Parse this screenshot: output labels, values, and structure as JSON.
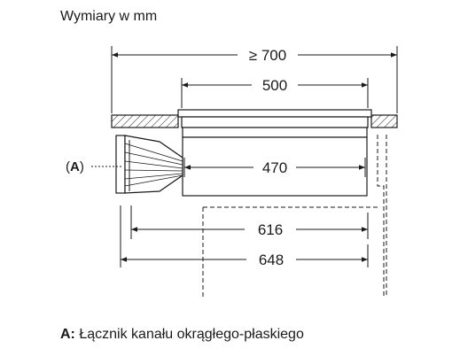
{
  "title": "Wymiary w mm",
  "dimensions": {
    "overall_min": "≥ 700",
    "cooktop_width": "500",
    "unit_width": "470",
    "cutout_inner": "616",
    "cutout_outer": "648"
  },
  "callout_label": "A",
  "legend": {
    "key": "A:",
    "text": "Łącznik kanału okrągłego-płaskiego"
  }
}
